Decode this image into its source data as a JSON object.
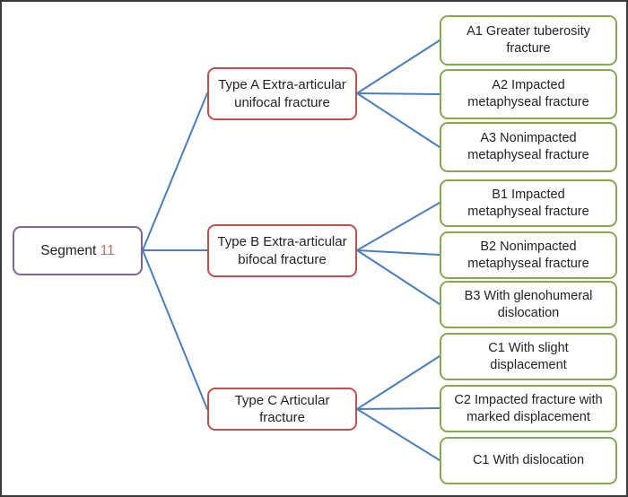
{
  "diagram": {
    "type": "hierarchy-tree",
    "orientation": "left-to-right",
    "colors": {
      "root_border": "#8064a2",
      "type_border": "#c0504d",
      "leaf_border": "#86a84f",
      "connector": "#4a7ebb",
      "frame": "#3a3a3a",
      "text": "#231f20",
      "root_number": "#c0706a",
      "background": "#ffffff"
    },
    "root": {
      "label_prefix": "Segment ",
      "label_number": "11"
    },
    "branches": [
      {
        "id": "type-a",
        "label": "Type A Extra-articular\nunifocal fracture",
        "children": [
          {
            "id": "a1",
            "label": "A1 Greater tuberosity\nfracture"
          },
          {
            "id": "a2",
            "label": "A2 Impacted\nmetaphyseal fracture"
          },
          {
            "id": "a3",
            "label": "A3 Nonimpacted\nmetaphyseal fracture"
          }
        ]
      },
      {
        "id": "type-b",
        "label": "Type B Extra-articular\nbifocal fracture",
        "children": [
          {
            "id": "b1",
            "label": "B1 Impacted\nmetaphyseal fracture"
          },
          {
            "id": "b2",
            "label": "B2 Nonimpacted\nmetaphyseal fracture"
          },
          {
            "id": "b3",
            "label": "B3 With glenohumeral\ndislocation"
          }
        ]
      },
      {
        "id": "type-c",
        "label": "Type C Articular fracture",
        "children": [
          {
            "id": "c1",
            "label": "C1 With slight\ndisplacement"
          },
          {
            "id": "c2",
            "label": "C2 Impacted fracture with\nmarked displacement"
          },
          {
            "id": "c3",
            "label": "C1 With dislocation"
          }
        ]
      }
    ]
  }
}
